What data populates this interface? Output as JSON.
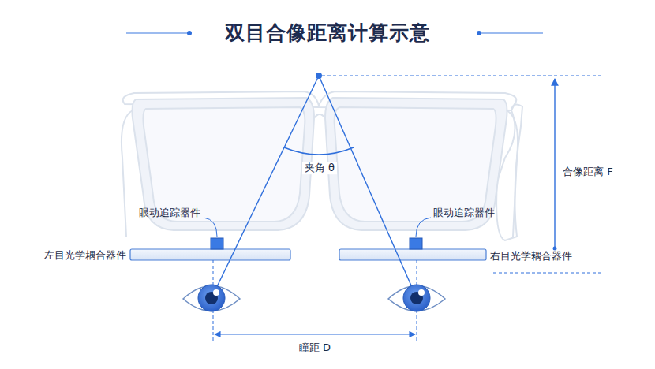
{
  "diagram": {
    "title": "双目合像距离计算示意",
    "labels": [
      "眼动追踪器件",
      "眼动追踪器件",
      "夹角 θ",
      "合像距离 F",
      "左目光学耦合器件",
      "右目光学耦合器件",
      "瞳距 D"
    ]
  }
}
